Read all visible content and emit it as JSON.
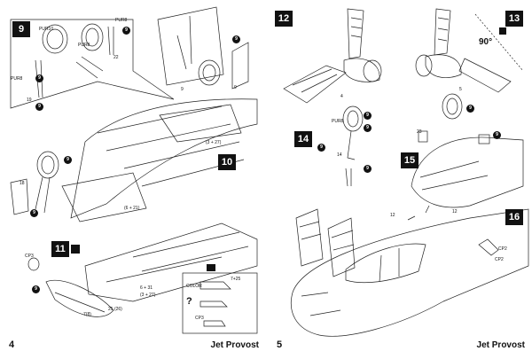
{
  "left_page": {
    "page_number": "4",
    "title": "Jet Provost",
    "steps": [
      "9",
      "10",
      "11"
    ],
    "labels": {
      "pur10": "PUR10",
      "pur8a": "PUR8",
      "pur8b": "PUR8",
      "pur8c": "PUR8",
      "l19a": "19",
      "l22": "22",
      "l9a": "9",
      "l9b": "9",
      "l18": "18",
      "l3_27": "(3 + 27)",
      "l6_21": "(6 + 21)",
      "cp3a": "CP3",
      "l6_31": "6 + 31",
      "l3_27b": "(3 + 27)",
      "l7_8": "7(8)",
      "l25_26": "25 (26)",
      "color": "COLOR",
      "l7_25": "7+25",
      "cp3b": "CP3"
    },
    "bubbles": {
      "b9a": "9",
      "b9b": "9",
      "b9c": "9",
      "b9d": "9",
      "b9e": "9",
      "b9f": "9",
      "b9g": "9"
    },
    "inset_question": "?"
  },
  "right_page": {
    "page_number": "5",
    "title": "Jet Provost",
    "steps": [
      "12",
      "13",
      "14",
      "15",
      "16"
    ],
    "degrees": "90°",
    "labels": {
      "l4": "4",
      "l5": "5",
      "pur8": "PUR8",
      "l14": "14",
      "l23": "23",
      "l12a": "12",
      "l12b": "12",
      "cp2a": "CP2",
      "cp2b": "CP2"
    },
    "bubbles": {
      "b9a": "9",
      "b9b": "9",
      "b9c": "9",
      "b9d": "9",
      "b9e": "9",
      "b9f": "9"
    }
  }
}
